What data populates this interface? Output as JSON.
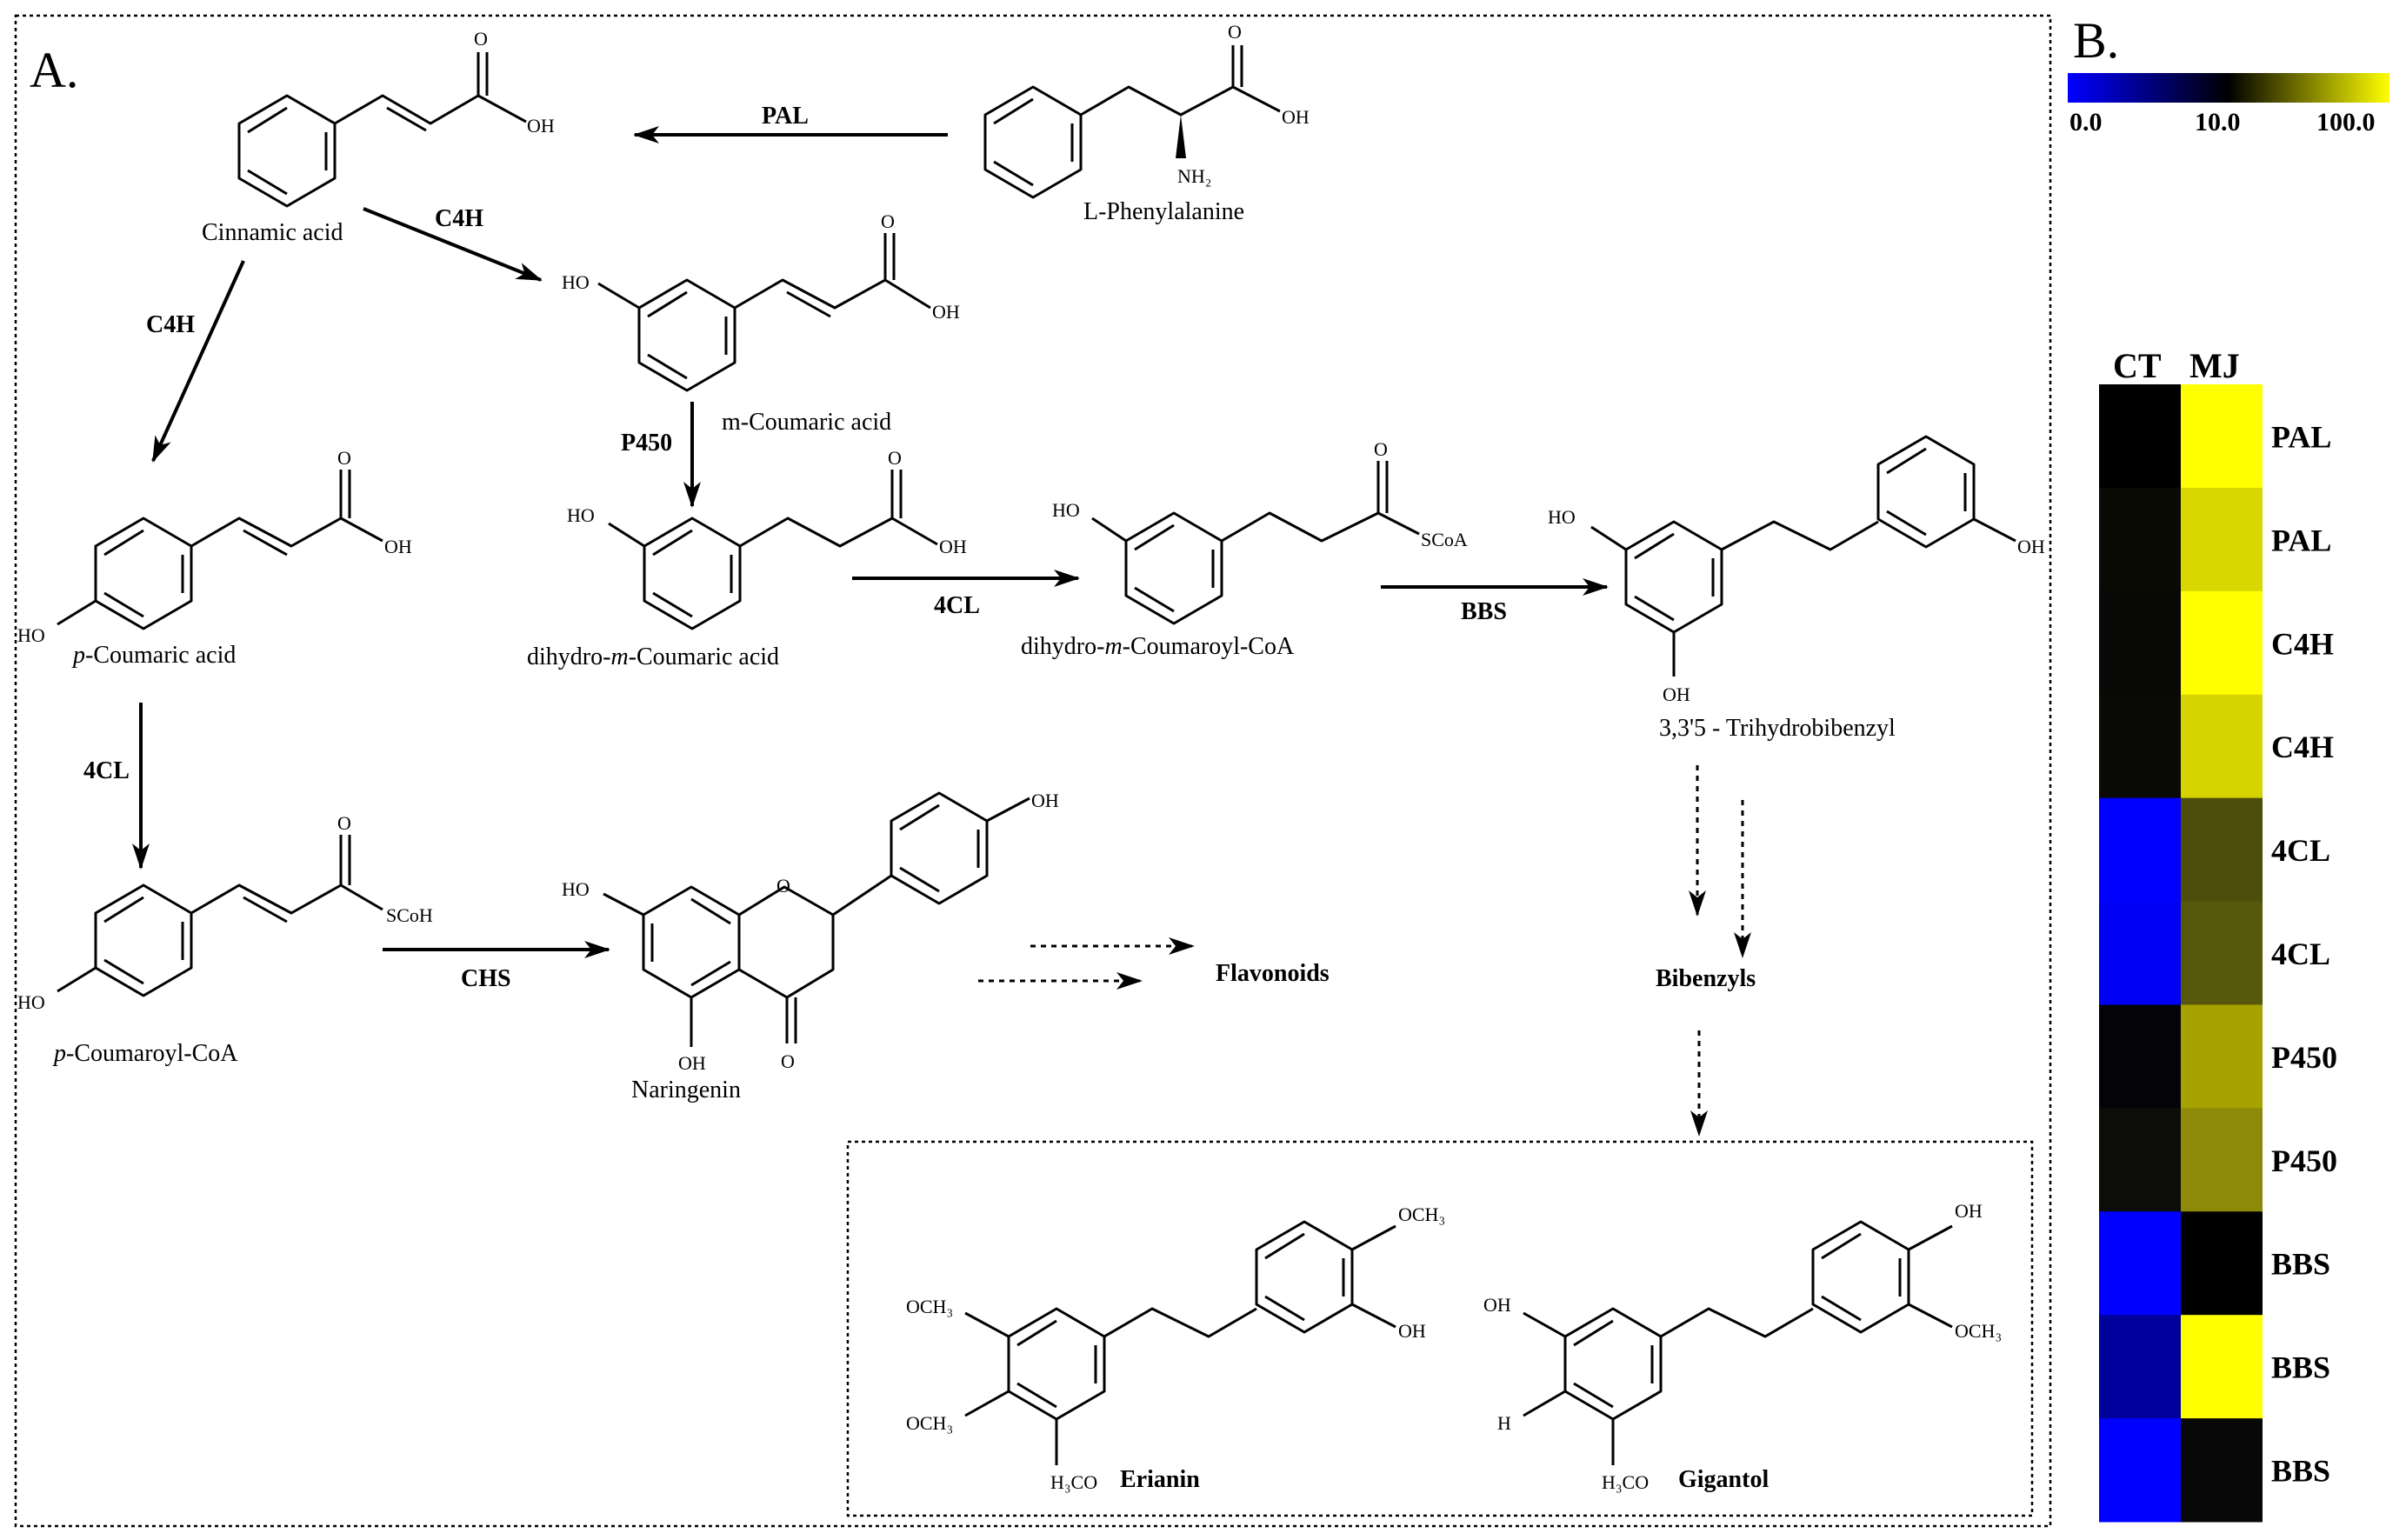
{
  "panel_a": {
    "letter": "A.",
    "molecules": {
      "cinnamic_acid": "Cinnamic acid",
      "l_phenylalanine": "L-Phenylalanine",
      "m_coumaric_acid": "m-Coumaric acid",
      "p_coumaric_acid_italic": "p",
      "p_coumaric_acid_rest": "-Coumaric acid",
      "dihydro_m_coumaric_pre": "dihydro-",
      "dihydro_m_coumaric_italic": "m",
      "dihydro_m_coumaric_post": "-Coumaric acid",
      "dihydro_m_coumaroyl_pre": "dihydro-",
      "dihydro_m_coumaroyl_italic": "m",
      "dihydro_m_coumaroyl_post": "-Coumaroyl-CoA",
      "trihydrobibenzyl": "3,3'5 - Trihydrobibenzyl",
      "p_coumaroyl_italic": "p",
      "p_coumaroyl_rest": "-Coumaroyl-CoA",
      "naringenin": "Naringenin",
      "erianin": "Erianin",
      "gigantol": "Gigantol"
    },
    "end_products": {
      "flavonoids": "Flavonoids",
      "bibenzyls": "Bibenzyls"
    },
    "enzymes": {
      "pal": "PAL",
      "c4h_top": "C4H",
      "c4h_left": "C4H",
      "p450": "P450",
      "cl4_mid": "4CL",
      "bbs": "BBS",
      "cl4_left": "4CL",
      "chs": "CHS"
    },
    "atoms": {
      "oh": "OH",
      "ho": "HO",
      "o": "O",
      "nh2": "NH₂",
      "scoa": "SCoA",
      "scoh": "SCoH",
      "och3": "OCH₃",
      "h3co": "H₃CO",
      "h": "H"
    }
  },
  "panel_b": {
    "letter": "B.",
    "scale": {
      "min_label": "0.0",
      "mid_label": "10.0",
      "max_label": "100.0",
      "colors": [
        "#0000ff",
        "#000000",
        "#ffff00"
      ]
    },
    "columns": [
      "CT",
      "MJ"
    ],
    "rows": [
      {
        "label": "PAL",
        "ct": "#000000",
        "mj": "#ffff00"
      },
      {
        "label": "PAL",
        "ct": "#0b0b05",
        "mj": "#d8d800"
      },
      {
        "label": "C4H",
        "ct": "#080806",
        "mj": "#ffff00"
      },
      {
        "label": "C4H",
        "ct": "#0a0a06",
        "mj": "#d6d400"
      },
      {
        "label": "4CL",
        "ct": "#0000ff",
        "mj": "#4e4e0c"
      },
      {
        "label": "4CL",
        "ct": "#0000f5",
        "mj": "#58580c"
      },
      {
        "label": "P450",
        "ct": "#030308",
        "mj": "#a6a200"
      },
      {
        "label": "P450",
        "ct": "#0c0c08",
        "mj": "#8c8a08"
      },
      {
        "label": "BBS",
        "ct": "#0000ff",
        "mj": "#000000"
      },
      {
        "label": "BBS",
        "ct": "#00009c",
        "mj": "#ffff00"
      },
      {
        "label": "BBS",
        "ct": "#0000ff",
        "mj": "#080808"
      }
    ]
  }
}
